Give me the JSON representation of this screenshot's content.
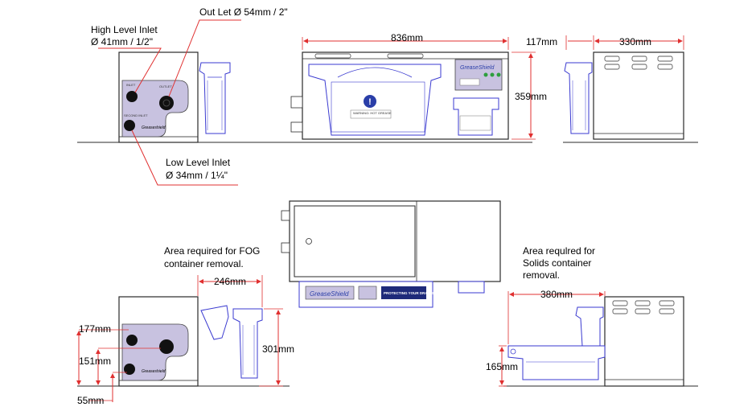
{
  "colors": {
    "outline": "#2a2a2a",
    "blue_outline": "#3a3ad0",
    "dimension_red": "#e03030",
    "panel_fill": "#c8c2e0",
    "badge_blue": "#2a3ea8",
    "banner_navy": "#1e2a7a",
    "led_green": "#2e9e3e"
  },
  "callouts": {
    "outlet": "Out Let Ø  54mm / 2\"",
    "high_inlet_line1": "High Level Inlet",
    "high_inlet_line2": "Ø  41mm / 1/2\"",
    "low_inlet_line1": "Low Level Inlet",
    "low_inlet_line2": "Ø  34mm / 1¼\""
  },
  "dimensions": {
    "length": "836mm",
    "height": "359mm",
    "depth_small": "117mm",
    "depth_main": "330mm",
    "fog_clearance": "246mm",
    "fog_height": "301mm",
    "solids_clearance": "380mm",
    "solids_height": "165mm",
    "high_inlet_height": "177mm",
    "outlet_height": "151mm",
    "low_inlet_height": "55mm"
  },
  "notes": {
    "fog_line1": "Area required for FOG",
    "fog_line2": "container removal.",
    "solids_line1": "Area requlred for",
    "solids_line2": "Solids container",
    "solids_line3": "removal."
  },
  "branding": {
    "brand_name": "GreaseShield",
    "banner_text": "PROTECTING YOUR DRAINS"
  },
  "icons": {
    "warning": "exclamation-icon",
    "lock": "keyhole-icon"
  }
}
